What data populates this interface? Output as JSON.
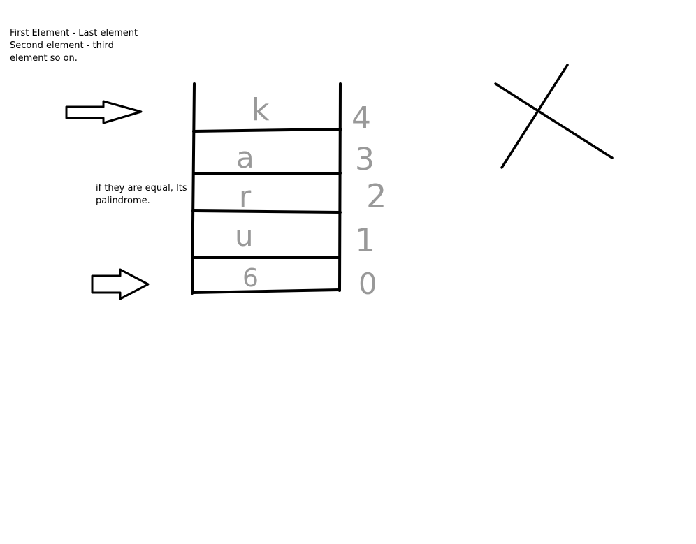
{
  "notes": {
    "top_lines": [
      "First Element - Last element",
      "Second element - third",
      "element so on."
    ],
    "middle_lines": [
      "if they are equal, Its",
      "palindrome."
    ]
  },
  "stack": {
    "cells": [
      {
        "letter": "k",
        "index": "4"
      },
      {
        "letter": "a",
        "index": "3"
      },
      {
        "letter": "r",
        "index": "2"
      },
      {
        "letter": "u",
        "index": "1"
      },
      {
        "letter": "6",
        "index": "0"
      }
    ]
  },
  "colors": {
    "ink": "#000000",
    "pencil": "#999999",
    "background": "#ffffff"
  },
  "icons": [
    "right-arrow-icon",
    "cross-icon"
  ]
}
